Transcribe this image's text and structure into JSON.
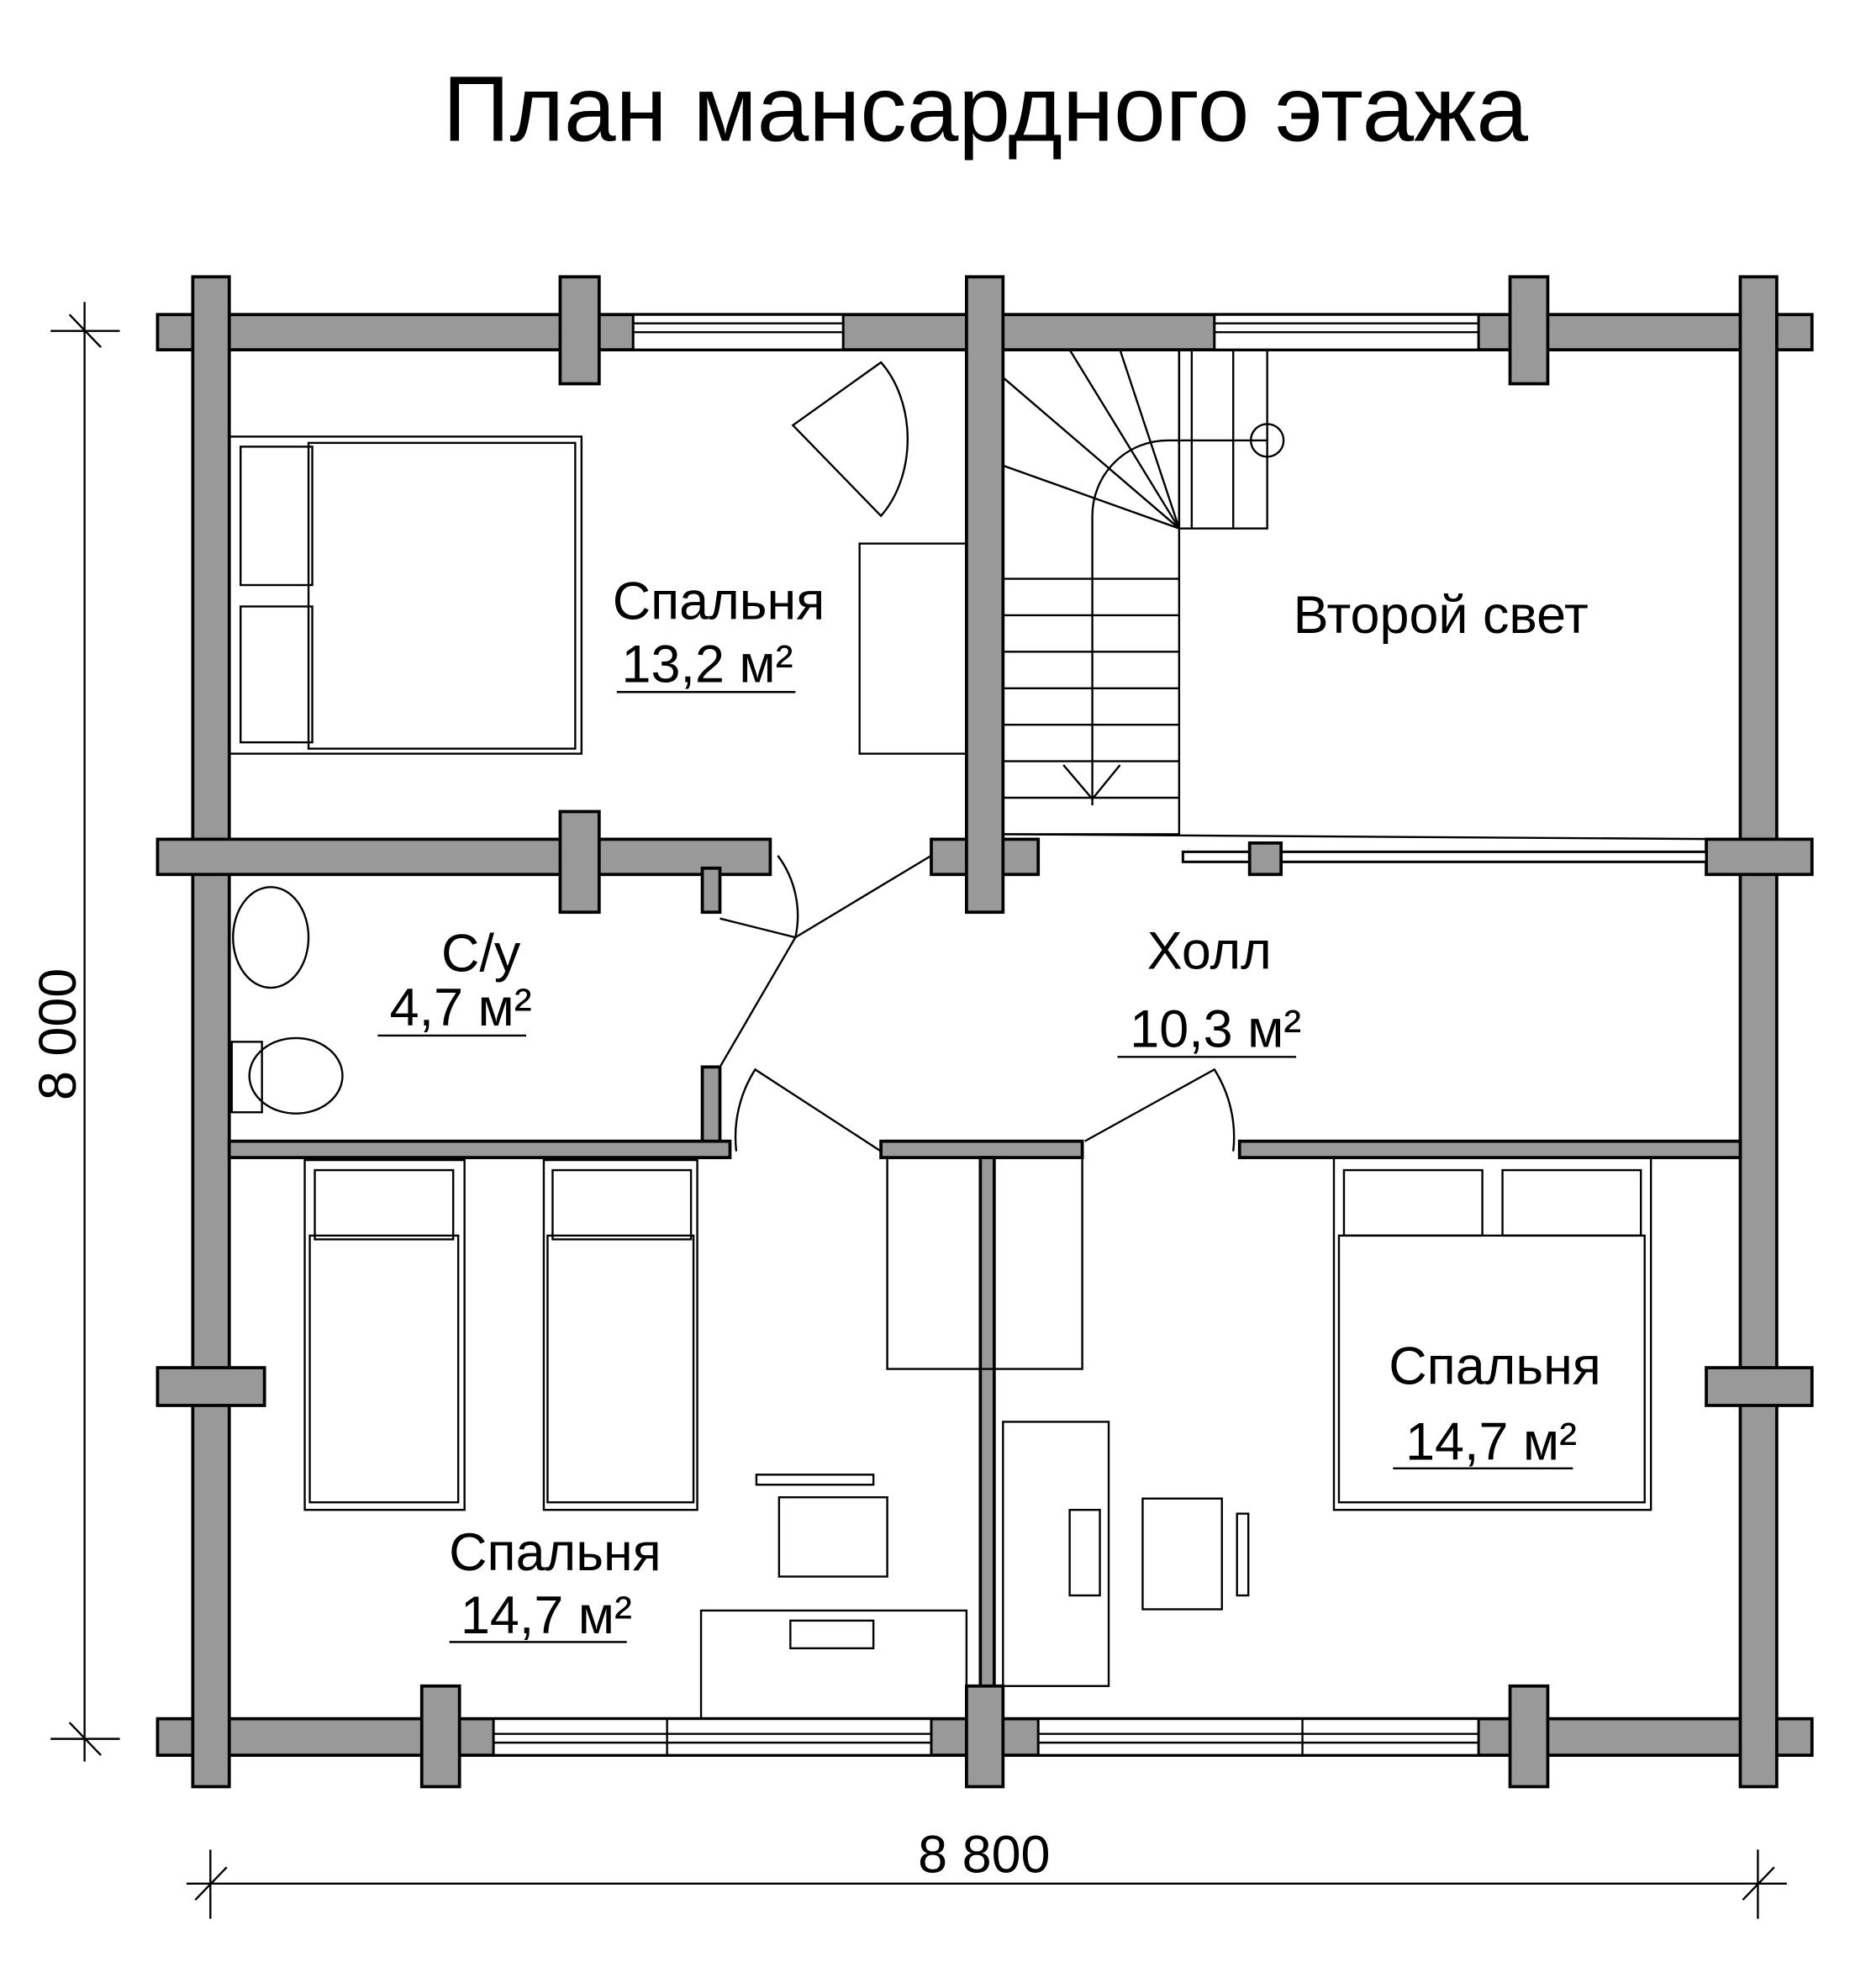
{
  "title": "План мансардного этажа",
  "rooms": [
    {
      "name": "Спальня",
      "area": "13,2 м²"
    },
    {
      "name": "Второй свет",
      "area": ""
    },
    {
      "name": "С/у",
      "area": "4,7 м²"
    },
    {
      "name": "Холл",
      "area": "10,3 м²"
    },
    {
      "name": "Спальня",
      "area": "14,7 м²"
    },
    {
      "name": "Спальня",
      "area": "14,7 м²"
    }
  ],
  "dimensions": {
    "height": "8 000",
    "width": "8 800"
  },
  "colors": {
    "wall": "#999999",
    "line": "#000000"
  }
}
